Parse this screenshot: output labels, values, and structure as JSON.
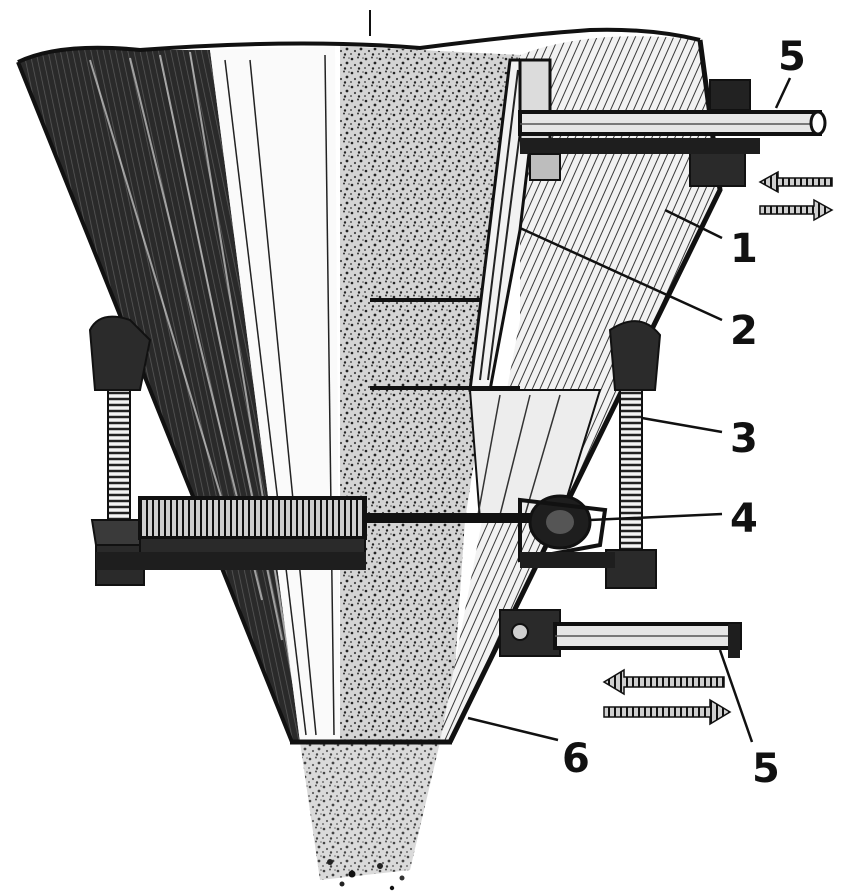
{
  "labels": {
    "l1": "1",
    "l2": "2",
    "l3": "3",
    "l4": "4",
    "l5_top": "5",
    "l5_bottom": "5",
    "l6": "6"
  },
  "colors": {
    "ink": "#111111",
    "paper": "#ffffff",
    "shade_dark": "#1e1e1e",
    "shade_mid": "#6a6a6a",
    "sand": "#9a9a9a"
  }
}
